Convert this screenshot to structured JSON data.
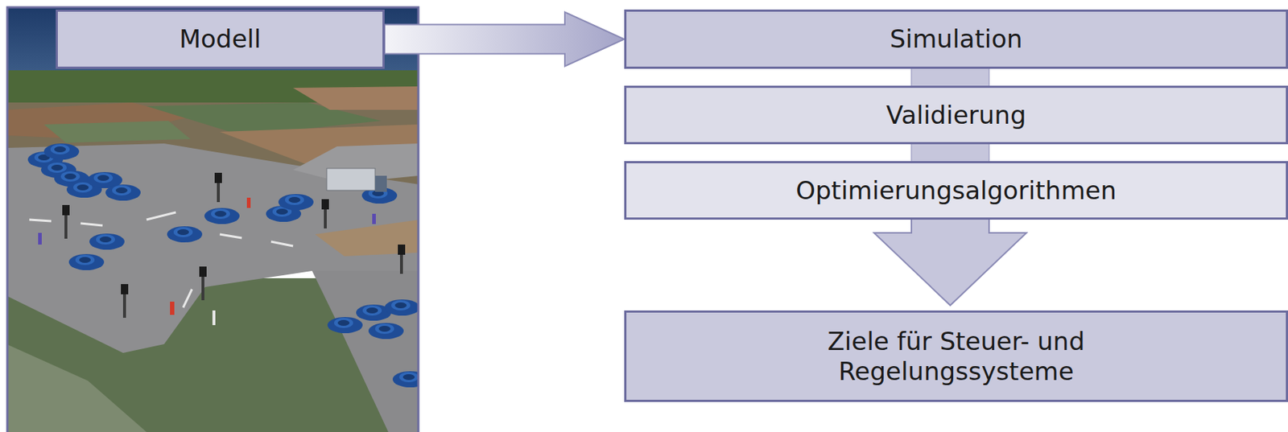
{
  "diagram": {
    "nodes": [
      {
        "text": [
          "Modell"
        ]
      },
      {
        "text": [
          "Simulation"
        ]
      },
      {
        "text": [
          "Validierung"
        ]
      },
      {
        "text": [
          "Optimierungsalgorithmen"
        ]
      },
      {
        "text": [
          "Ziele für Steuer- und Regelungssysteme"
        ]
      }
    ],
    "edges": [
      {
        "from": 0,
        "to": 1,
        "arrow": "to"
      },
      {
        "from": 1,
        "to": 2,
        "arrow": "none"
      },
      {
        "from": 2,
        "to": 3,
        "arrow": "none"
      },
      {
        "from": 3,
        "to": 4,
        "arrow": "to"
      }
    ]
  }
}
